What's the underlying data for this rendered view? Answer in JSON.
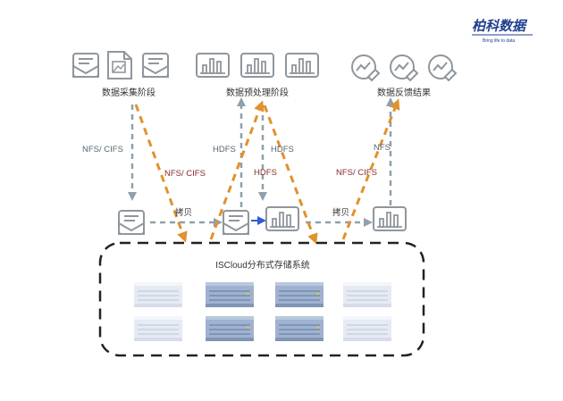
{
  "brand": {
    "name": "柏科数据",
    "tagline": "Bring life to data",
    "color": "#1f3f8f"
  },
  "stages": {
    "collect": {
      "label": "数据采集阶段",
      "icon": "mail-document-icon"
    },
    "preprocess": {
      "label": "数据预处理阶段",
      "icon": "bar-chart-icon"
    },
    "feedback": {
      "label": "数据反馈结果",
      "icon": "analytics-gauge-icon"
    }
  },
  "arrows": {
    "gray_nfs_cifs": "NFS/ CIFS",
    "orange_nfs_cifs_left": "NFS/ CIFS",
    "hdfs_gray_up": "HDFS",
    "hdfs_gray_down": "HDFS",
    "hdfs_orange": "HDFS",
    "copy_left": "拷贝",
    "copy_right": "拷贝",
    "nfs_gray": "NFS",
    "orange_nfs_cifs_right": "NFS/ CIFS"
  },
  "storage": {
    "label": "ISCloud分布式存储系统"
  },
  "colors": {
    "gray_arrow": "#8fa0ab",
    "orange_arrow": "#e0922c",
    "red_label": "#8a2a2a",
    "gray_label": "#556670",
    "icon_stroke": "#8f969d",
    "server_light": "#e3e8f1",
    "server_dark": "#94a9c9",
    "blue_arrow": "#2d5ed6"
  }
}
